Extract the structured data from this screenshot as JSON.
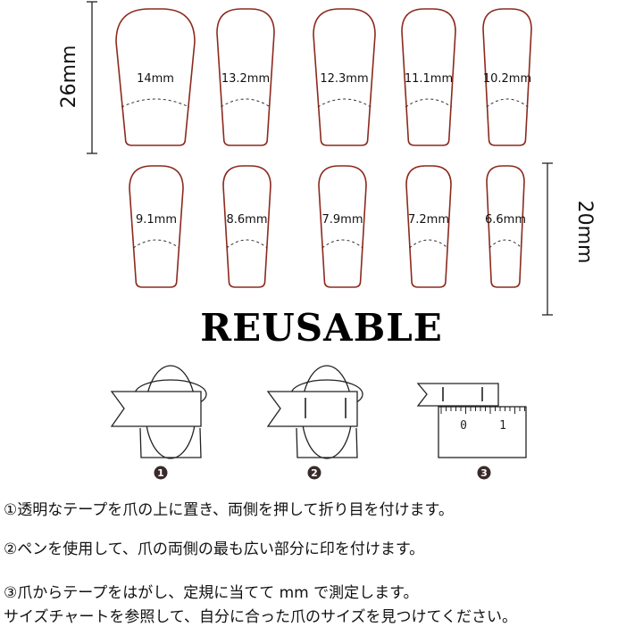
{
  "top_row": {
    "dimension_label": "26mm",
    "nails": [
      "14mm",
      "13.2mm",
      "12.3mm",
      "11.1mm",
      "10.2mm"
    ]
  },
  "bottom_row": {
    "dimension_label": "20mm",
    "nails": [
      "9.1mm",
      "8.6mm",
      "7.9mm",
      "7.2mm",
      "6.6mm"
    ]
  },
  "title": "REUSABLE",
  "steps": {
    "numbers": [
      "1",
      "2",
      "3"
    ],
    "ruler_labels": [
      "0",
      "1"
    ]
  },
  "instructions": [
    "①透明なテープを爪の上に置き、両側を押して折り目を付けます。",
    "②ペンを使用して、爪の両側の最も広い部分に印を付けます。",
    "③爪からテープをはがし、定規に当てて mm で測定します。",
    "サイズチャートを参照して、自分に合った爪のサイズを見つけてください。"
  ],
  "colors": {
    "nail_outline": "#8b2a1e",
    "step_badge": "#3a2a2a"
  }
}
